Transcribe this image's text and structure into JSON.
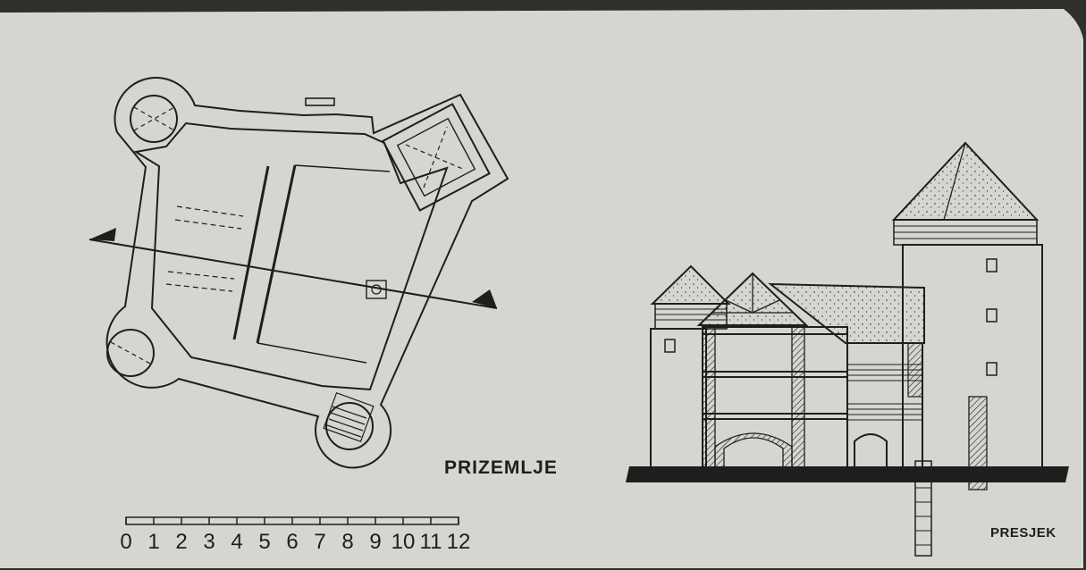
{
  "labels": {
    "plan": "PRIZEMLJE",
    "section": "PRESJEK"
  },
  "scale": {
    "ticks": [
      "0",
      "1",
      "2",
      "3",
      "4",
      "5",
      "6",
      "7",
      "8",
      "9",
      "10",
      "11",
      "12"
    ]
  },
  "colors": {
    "paper": "#d5d6d0",
    "ink": "#1e1e1e",
    "background": "#2f2f2c"
  }
}
